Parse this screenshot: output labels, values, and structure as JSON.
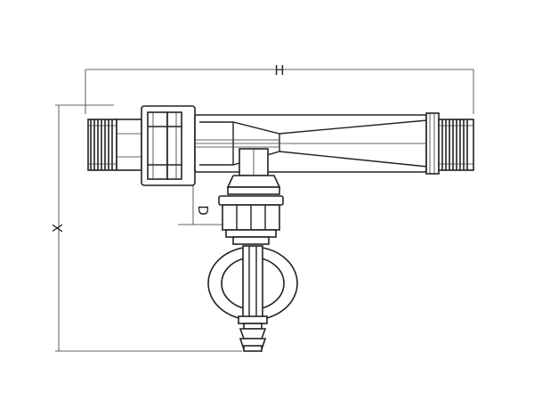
{
  "drawing": {
    "title": "",
    "dimensions": {
      "length_label": "H",
      "height_label": "X",
      "outlet_label": "D"
    }
  }
}
